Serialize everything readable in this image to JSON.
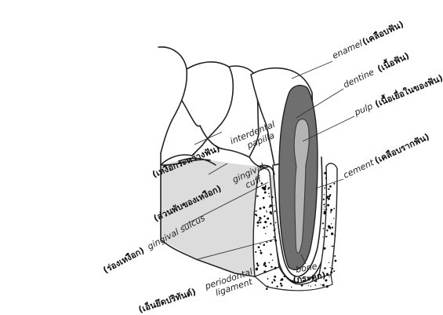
{
  "labels": {
    "enamel": {
      "en": "enamel",
      "th": "(เคลือบฟัน)"
    },
    "dentine": {
      "en": "dentine",
      "th": "(เนื้อฟัน)"
    },
    "pulp": {
      "en": "pulp",
      "th": "(เนื้อเยื่อในของฟัน)"
    },
    "cement": {
      "en": "cement",
      "th": "(เคลือบรากฟัน)"
    },
    "papilla": {
      "en_line1": "interdental",
      "en_line2": "papilla",
      "th": "(เหงือกระหว่างฟัน)"
    },
    "cuff": {
      "en_line1": "gingival",
      "en_line2": "cuff",
      "th": "(ส่วนพับของเหงือก)"
    },
    "sulcus": {
      "en": "gingival sulcus",
      "th": "(ร่องเหงือก)"
    },
    "ligament": {
      "en_line1": "periodontal",
      "en_line2": "ligament",
      "th": "(เอ็นยึดปริทันต์)"
    },
    "bone": {
      "en": "bone",
      "th": "(กระดูก)"
    }
  },
  "colors": {
    "gum": "#dcdcdc",
    "dentine": "#6f6f6f",
    "pulp": "#b4b4b4",
    "outline": "#222222",
    "enamel": "#ffffff"
  }
}
